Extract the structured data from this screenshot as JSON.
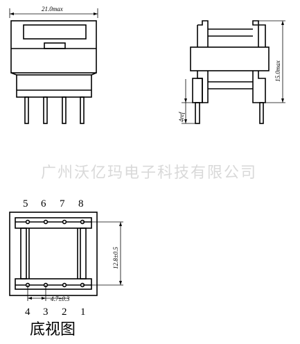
{
  "dimensions": {
    "width_top": "21.0max",
    "height_side": "15.0max",
    "pin_length": "4ref",
    "row_spacing": "12.8±0.5",
    "pin_pitch": "4.7±0.3"
  },
  "pins": {
    "top_row": [
      "5",
      "6",
      "7",
      "8"
    ],
    "bottom_row": [
      "4",
      "3",
      "2",
      "1"
    ]
  },
  "watermark": "广州沃亿玛电子科技有限公司",
  "caption": "底视图"
}
